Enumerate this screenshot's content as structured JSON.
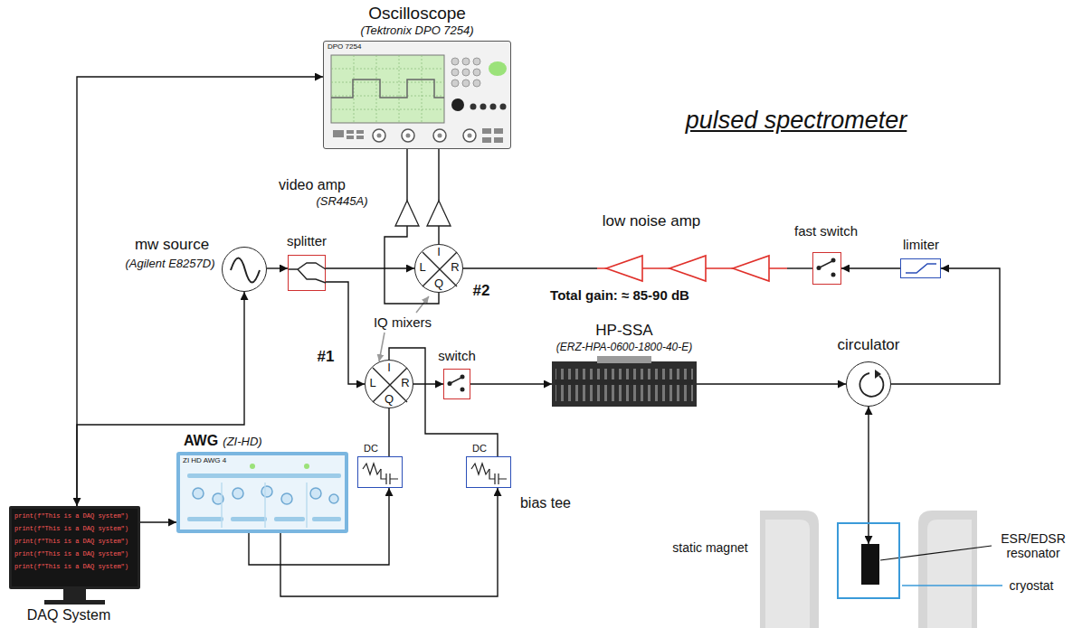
{
  "diagram": {
    "title": "pulsed spectrometer",
    "nodes": [
      {
        "text": [
          "Oscilloscope",
          "(Tektronix DPO 7254)",
          "DPO 7254"
        ]
      },
      {
        "text": [
          "video amp",
          "(SR445A)"
        ]
      },
      {
        "text": [
          "I",
          "R",
          "Q",
          "L",
          "#2"
        ]
      },
      {
        "text": [
          "low noise amp",
          "Total gain: ≈ 85-90 dB"
        ]
      },
      {
        "text": [
          "fast switch"
        ]
      },
      {
        "text": [
          "limiter"
        ]
      },
      {
        "text": [
          "mw source",
          "(Agilent E8257D)"
        ]
      },
      {
        "text": [
          "splitter"
        ]
      },
      {
        "text": [
          "I",
          "R",
          "Q",
          "L",
          "#1"
        ]
      },
      {
        "text": [
          "switch"
        ]
      },
      {
        "text": [
          "HP-SSA",
          "(ERZ-HPA-0600-1800-40-E)"
        ]
      },
      {
        "text": [
          "circulator"
        ]
      },
      {
        "text": [
          "DC"
        ]
      },
      {
        "text": [
          "DC"
        ]
      },
      {
        "text": [
          "AWG",
          "(ZI-HD)",
          "ZI HD AWG 4"
        ]
      },
      {
        "text": [
          "print(f\"This is a DAQ system\")",
          "print(f\"This is a DAQ system\")",
          "print(f\"This is a DAQ system\")",
          "print(f\"This is a DAQ system\")",
          "print(f\"This is a DAQ system\")",
          "DAQ System"
        ]
      },
      {
        "text": [
          "cryostat"
        ]
      },
      {
        "text": [
          "ESR/EDSR resonator"
        ],
        "in": 16
      }
    ],
    "edges": [
      {
        "from": 15,
        "to": 0,
        "arrow": "both"
      },
      {
        "from": 15,
        "to": 6,
        "arrow": "to"
      },
      {
        "from": 15,
        "to": 14,
        "arrow": "to"
      },
      {
        "from": 6,
        "to": 7,
        "arrow": "to"
      },
      {
        "from": 7,
        "to": 2,
        "arrow": "to"
      },
      {
        "from": 7,
        "to": 8,
        "arrow": "to"
      },
      {
        "from": 8,
        "to": 9,
        "arrow": "to"
      },
      {
        "from": 9,
        "to": 10,
        "arrow": "to"
      },
      {
        "from": 10,
        "to": 11,
        "arrow": "to"
      },
      {
        "from": 11,
        "to": 17,
        "arrow": "both"
      },
      {
        "from": 11,
        "to": 5,
        "arrow": "to"
      },
      {
        "from": 5,
        "to": 4,
        "arrow": "to"
      },
      {
        "from": 4,
        "to": 3,
        "arrow": "none"
      },
      {
        "from": 3,
        "to": 2,
        "arrow": "none"
      },
      {
        "from": 2,
        "to": 1,
        "arrow": "none"
      },
      {
        "from": 2,
        "to": 1,
        "arrow": "none"
      },
      {
        "from": 1,
        "to": 0,
        "arrow": "none"
      },
      {
        "from": 1,
        "to": 0,
        "arrow": "none"
      },
      {
        "from": 14,
        "to": 12,
        "arrow": "to"
      },
      {
        "from": 14,
        "to": 13,
        "arrow": "to"
      },
      {
        "from": 12,
        "to": 8,
        "arrow": "none"
      },
      {
        "from": 13,
        "to": 8,
        "arrow": "none"
      }
    ],
    "labels": [
      "IQ mixers",
      "bias tee",
      "static magnet"
    ]
  }
}
